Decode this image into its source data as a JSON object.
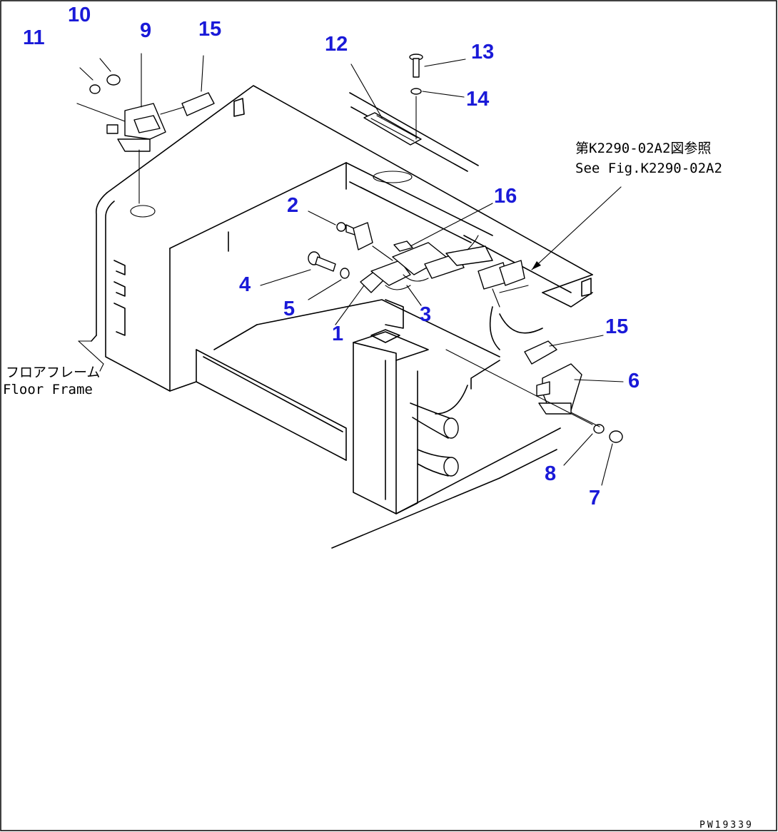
{
  "callouts": [
    {
      "id": "1",
      "label": "1"
    },
    {
      "id": "2",
      "label": "2"
    },
    {
      "id": "3",
      "label": "3"
    },
    {
      "id": "4",
      "label": "4"
    },
    {
      "id": "5",
      "label": "5"
    },
    {
      "id": "6",
      "label": "6"
    },
    {
      "id": "7",
      "label": "7"
    },
    {
      "id": "8",
      "label": "8"
    },
    {
      "id": "9",
      "label": "9"
    },
    {
      "id": "10",
      "label": "10"
    },
    {
      "id": "11",
      "label": "11"
    },
    {
      "id": "12",
      "label": "12"
    },
    {
      "id": "13",
      "label": "13"
    },
    {
      "id": "14",
      "label": "14"
    },
    {
      "id": "15a",
      "label": "15"
    },
    {
      "id": "15b",
      "label": "15"
    },
    {
      "id": "16",
      "label": "16"
    }
  ],
  "reference_note": {
    "line_jp": "第K2290-02A2図参照",
    "line_en": "See Fig.K2290-02A2"
  },
  "floor_frame": {
    "label_jp": "フロアフレーム",
    "label_en": "Floor Frame"
  },
  "drawing_code": "PW19339",
  "colors": {
    "callout": "#1a1ad8",
    "linework": "#000000",
    "background": "#ffffff"
  }
}
